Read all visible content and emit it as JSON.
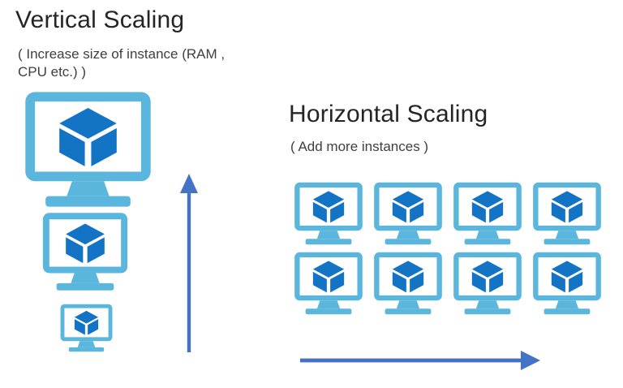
{
  "vertical_section": {
    "title": "Vertical Scaling",
    "subtitle_lines": [
      "( Increase size of instance (RAM ,",
      "CPU etc.) )"
    ],
    "monitors": [
      "large",
      "medium",
      "small"
    ],
    "arrow_direction": "up"
  },
  "horizontal_section": {
    "title": "Horizontal Scaling",
    "subtitle": "( Add more instances )",
    "grid": {
      "rows": 2,
      "columns": 4,
      "total_instances": 8
    },
    "arrow_direction": "right"
  },
  "icons": {
    "vm": "vm-instance-icon",
    "up_arrow": "up-arrow-icon",
    "right_arrow": "right-arrow-icon"
  },
  "colors": {
    "monitor_blue": "#5ab6dc",
    "cube_blue": "#1373c5",
    "arrow_blue": "#4472c4",
    "title_text": "#252525",
    "subtitle_text": "#3f3f3f",
    "background": "#ffffff"
  }
}
